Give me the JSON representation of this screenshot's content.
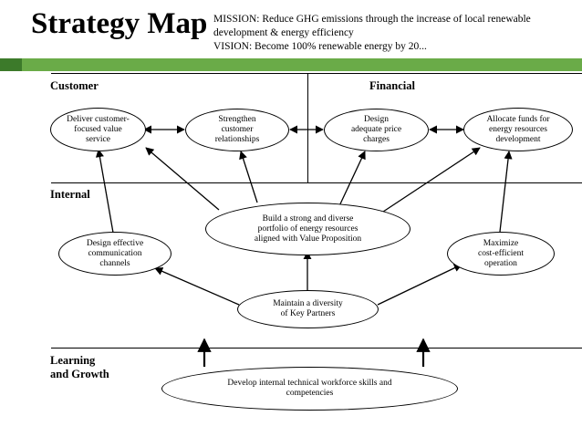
{
  "header": {
    "title": "Strategy Map",
    "mission_line1": "MISSION: Reduce GHG emissions through the increase of local renewable",
    "mission_line2": "development & energy efficiency",
    "vision": "VISION: Become 100% renewable energy by 20..."
  },
  "colors": {
    "band": "#6aab48",
    "band_accent": "#3c7a2a",
    "line": "#000000"
  },
  "sections": {
    "customer": "Customer",
    "financial": "Financial",
    "internal": "Internal",
    "learning": "Learning\nand Growth"
  },
  "nodes": {
    "deliver": "Deliver customer-\nfocused value\nservice",
    "strengthen": "Strengthen\ncustomer\nrelationships",
    "design_price": "Design\nadequate price\ncharges",
    "allocate": "Allocate funds for\nenergy resources\ndevelopment",
    "build": "Build a strong and diverse\nportfolio of energy resources\naligned with Value Proposition",
    "design_comm": "Design effective\ncommunication\nchannels",
    "maximize": "Maximize\ncost-efficient\noperation",
    "partners": "Maintain a diversity\nof Key Partners",
    "develop": "Develop internal technical workforce skills and\ncompetencies"
  }
}
